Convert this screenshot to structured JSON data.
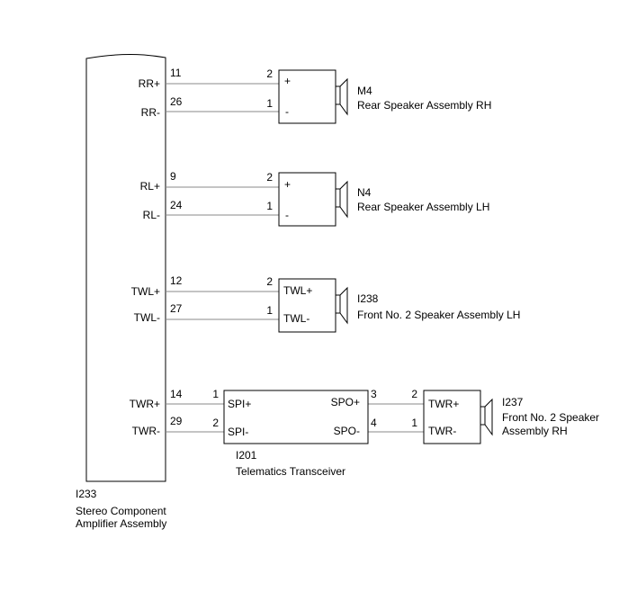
{
  "amplifier": {
    "code": "I233",
    "name_line1": "Stereo Component",
    "name_line2": "Amplifier Assembly",
    "pins": [
      {
        "label": "RR+",
        "number": "11"
      },
      {
        "label": "RR-",
        "number": "26"
      },
      {
        "label": "RL+",
        "number": "9"
      },
      {
        "label": "RL-",
        "number": "24"
      },
      {
        "label": "TWL+",
        "number": "12"
      },
      {
        "label": "TWL-",
        "number": "27"
      },
      {
        "label": "TWR+",
        "number": "14"
      },
      {
        "label": "TWR-",
        "number": "29"
      }
    ]
  },
  "speakers": [
    {
      "code": "M4",
      "name": "Rear Speaker Assembly RH",
      "pin_top_number": "2",
      "pin_top_label": "+",
      "pin_bottom_number": "1",
      "pin_bottom_label": "-"
    },
    {
      "code": "N4",
      "name": "Rear Speaker Assembly LH",
      "pin_top_number": "2",
      "pin_top_label": "+",
      "pin_bottom_number": "1",
      "pin_bottom_label": "-"
    },
    {
      "code": "I238",
      "name": "Front No. 2 Speaker Assembly LH",
      "pin_top_number": "2",
      "pin_top_label": "TWL+",
      "pin_bottom_number": "1",
      "pin_bottom_label": "TWL-"
    },
    {
      "code": "I237",
      "name_line1": "Front No. 2 Speaker",
      "name_line2": "Assembly RH",
      "pin_top_number": "2",
      "pin_top_label": "TWR+",
      "pin_bottom_number": "1",
      "pin_bottom_label": "TWR-"
    }
  ],
  "transceiver": {
    "code": "I201",
    "name": "Telematics Transceiver",
    "in_top_number": "1",
    "in_top_label": "SPI+",
    "in_bottom_number": "2",
    "in_bottom_label": "SPI-",
    "out_top_number": "3",
    "out_top_label": "SPO+",
    "out_bottom_number": "4",
    "out_bottom_label": "SPO-"
  }
}
